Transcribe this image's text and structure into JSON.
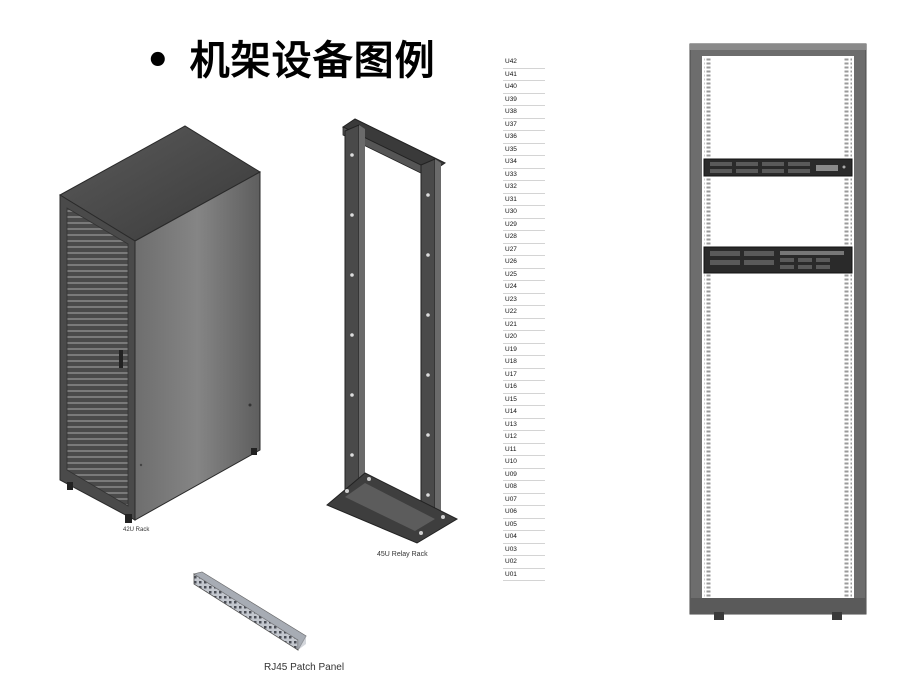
{
  "slide": {
    "bullet": "•",
    "title": "机架设备图例"
  },
  "labels": {
    "rack_42u": "42U Rack",
    "relay_rack": "45U Relay Rack",
    "patch_panel": "RJ45 Patch Panel"
  },
  "u_positions": [
    "U42",
    "U41",
    "U40",
    "U39",
    "U38",
    "U37",
    "U36",
    "U35",
    "U34",
    "U33",
    "U32",
    "U31",
    "U30",
    "U29",
    "U28",
    "U27",
    "U26",
    "U25",
    "U24",
    "U23",
    "U22",
    "U21",
    "U20",
    "U19",
    "U18",
    "U17",
    "U16",
    "U15",
    "U14",
    "U13",
    "U12",
    "U11",
    "U10",
    "U09",
    "U08",
    "U07",
    "U06",
    "U05",
    "U04",
    "U03",
    "U02",
    "U01"
  ],
  "colors": {
    "rack_dark": "#3c3c3c",
    "rack_mid": "#5a5a5a",
    "rack_light": "#8a8a8a",
    "frame_gray": "#6d6d6d",
    "panel_silver": "#b8bcc4"
  }
}
